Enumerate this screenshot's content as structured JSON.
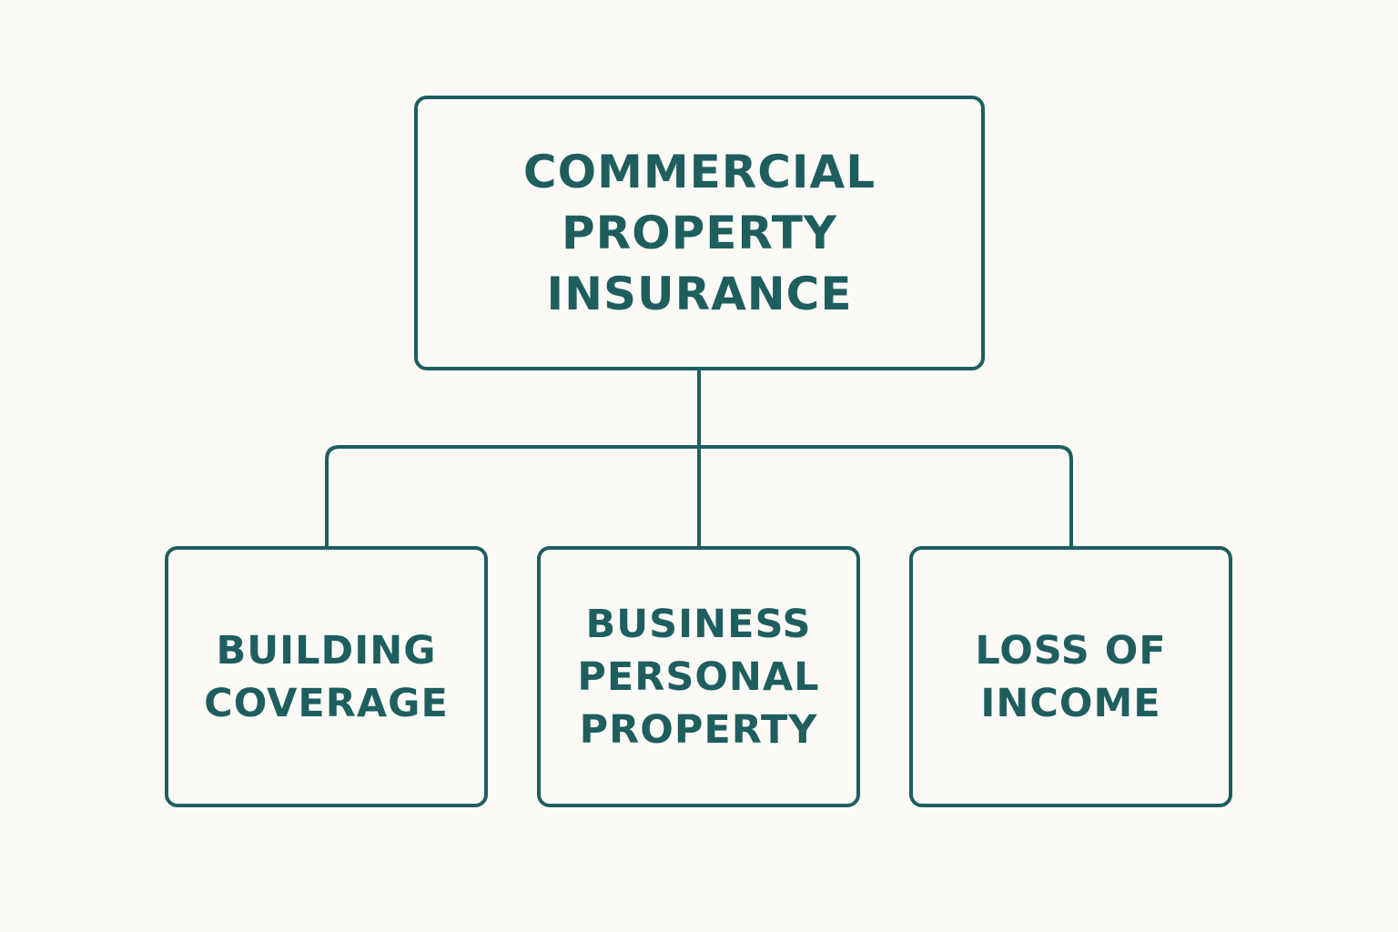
{
  "colors": {
    "background": "#fbfaf7",
    "accent": "#1e5e5e"
  },
  "diagram": {
    "root": {
      "lines": [
        "COMMERCIAL",
        "PROPERTY",
        "INSURANCE"
      ]
    },
    "children": [
      {
        "lines": [
          "BUILDING",
          "COVERAGE"
        ]
      },
      {
        "lines": [
          "BUSINESS",
          "PERSONAL",
          "PROPERTY"
        ]
      },
      {
        "lines": [
          "LOSS OF",
          "INCOME"
        ]
      }
    ]
  }
}
